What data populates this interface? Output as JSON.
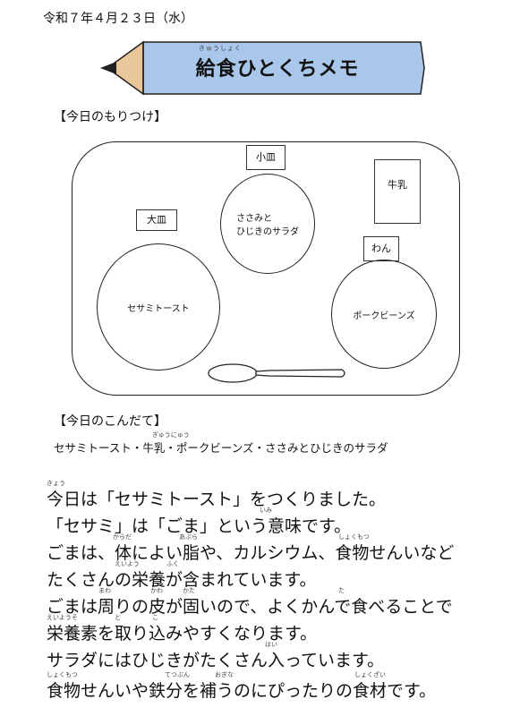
{
  "date": "令和７年４月２３日（水）",
  "banner": {
    "title": "給食ひとくちメモ",
    "ruby": "きゅうしょく"
  },
  "tray_section": {
    "heading": "【今日のもりつけ】",
    "labels": {
      "small_plate": "小皿",
      "large_plate": "大皿",
      "bowl": "わん",
      "milk": "牛乳"
    },
    "dishes": {
      "salad_line1": "ささみと",
      "salad_line2": "ひじきのサラダ",
      "toast": "セサミトースト",
      "beans": "ポークビーンズ"
    }
  },
  "menu_section": {
    "heading": "【今日のこんだて】",
    "menu": "セサミトースト・牛乳・ポークビーンズ・ささみとひじきのサラダ",
    "ruby_milk": "ぎゅうにゅう"
  },
  "body": {
    "lines": [
      "今日は「セサミトースト」をつくりました。",
      "「セサミ」は「ごま」という意味です。",
      "ごまは、体によい脂や、カルシウム、食物せんいなど",
      "たくさんの栄養が含まれています。",
      "ごまは周りの皮が固いので、よくかんで食べることで",
      "栄養素を取り込みやすくなります。",
      "サラダにはひじきがたくさん入っています。",
      "食物せんいや鉄分を補うのにぴったりの食材です。"
    ],
    "ruby": {
      "kyou": "きょう",
      "imi": "いみ",
      "karada": "からだ",
      "abura": "あぶら",
      "shokumotsu": "しょくもつ",
      "eiyou": "えいよう",
      "fuku": "ふく",
      "mawa": "まわ",
      "kawa": "かわ",
      "kata": "かた",
      "ta": "た",
      "eiyouso": "えいようそ",
      "to": "と",
      "ko": "こ",
      "hai": "はい",
      "tetsubun": "てつぶん",
      "ogina": "おぎな",
      "shokuzai": "しょくざい"
    }
  },
  "colors": {
    "pencil_body": "#a9c7ea",
    "pencil_tip": "#e9c79a",
    "line": "#222222"
  }
}
